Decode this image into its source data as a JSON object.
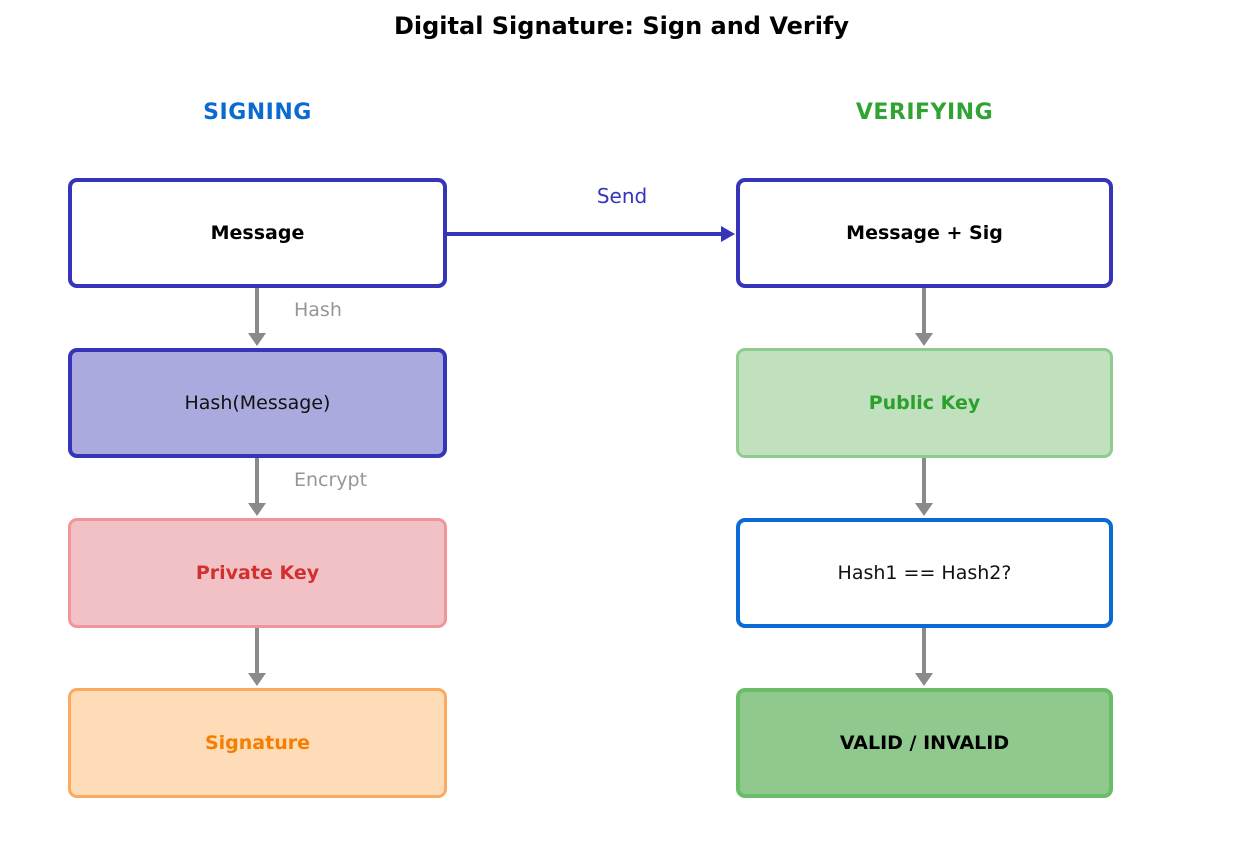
{
  "title": "Digital Signature: Sign and Verify",
  "colors": {
    "signing_blue": "#0b6acf",
    "verifying_green": "#2fa433",
    "arrow_gray": "#8a8a8a",
    "label_gray": "#969696",
    "send_indigo": "#3634b8"
  },
  "signing": {
    "header": "SIGNING",
    "boxes": [
      {
        "label": "Message",
        "fill": "#ffffff",
        "border": "#3634b8",
        "text": "#000000",
        "weight": "bold"
      },
      {
        "label": "Hash(Message)",
        "fill": "#abaade",
        "border": "#3634b8",
        "text": "#111111",
        "weight": "normal"
      },
      {
        "label": "Private Key",
        "fill": "#f2c1c5",
        "border": "#ef959b",
        "text": "#d2302f",
        "weight": "bold"
      },
      {
        "label": "Signature",
        "fill": "#fddcb7",
        "border": "#fbaa60",
        "text": "#f57e00",
        "weight": "bold"
      }
    ],
    "edge_labels": {
      "hash": "Hash",
      "encrypt": "Encrypt"
    }
  },
  "verifying": {
    "header": "VERIFYING",
    "boxes": [
      {
        "label": "Message + Sig",
        "fill": "#ffffff",
        "border": "#3634b8",
        "text": "#000000",
        "weight": "bold"
      },
      {
        "label": "Public Key",
        "fill": "#c1e0bd",
        "border": "#90cb90",
        "text": "#2ca02c",
        "weight": "bold"
      },
      {
        "label": "Hash1 == Hash2?",
        "fill": "#ffffff",
        "border": "#0b6bd4",
        "text": "#111111",
        "weight": "normal"
      },
      {
        "label": "VALID / INVALID",
        "fill": "#8fc98e",
        "border": "#69bd68",
        "text": "#000000",
        "weight": "bold"
      }
    ]
  },
  "send": {
    "label": "Send"
  }
}
